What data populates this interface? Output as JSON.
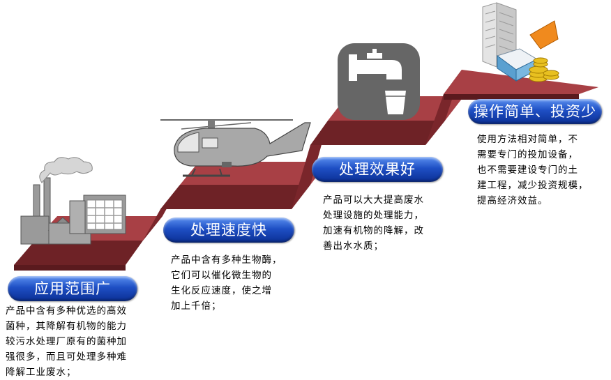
{
  "steps": [
    {
      "title": "应用范围广",
      "lines": [
        "产品中含有多种优选的高效",
        "菌种，其降解有机物的能力",
        "较污水处理厂原有的菌种加",
        "强很多，而且可处理多种难",
        "降解工业废水；"
      ]
    },
    {
      "title": "处理速度快",
      "lines": [
        "产品中含有多种生物酶，",
        "它们可以催化微生物的",
        "生化反应速度，使之增",
        "加上千倍；"
      ]
    },
    {
      "title": "处理效果好",
      "lines": [
        "产品可以大大提高废水",
        "处理设施的处理能力，",
        "加速有机物的降解，改",
        "善出水水质；"
      ]
    },
    {
      "title": "操作简单、投资少",
      "lines": [
        "使用方法相对简单，不",
        "需要专门的投加设备，",
        "也不需要建设专门的土",
        "建工程，减少投资规模，",
        "提高经济效益。"
      ]
    }
  ],
  "icons": [
    "factory-icon",
    "helicopter-icon",
    "water-tap-icon",
    "buildings-coins-icon"
  ],
  "colors": {
    "stair_top": "#a23a3e",
    "stair_side": "#6e2226",
    "pill_blue": "#1e4fc4",
    "icon_gray": "#9a9a9a"
  }
}
